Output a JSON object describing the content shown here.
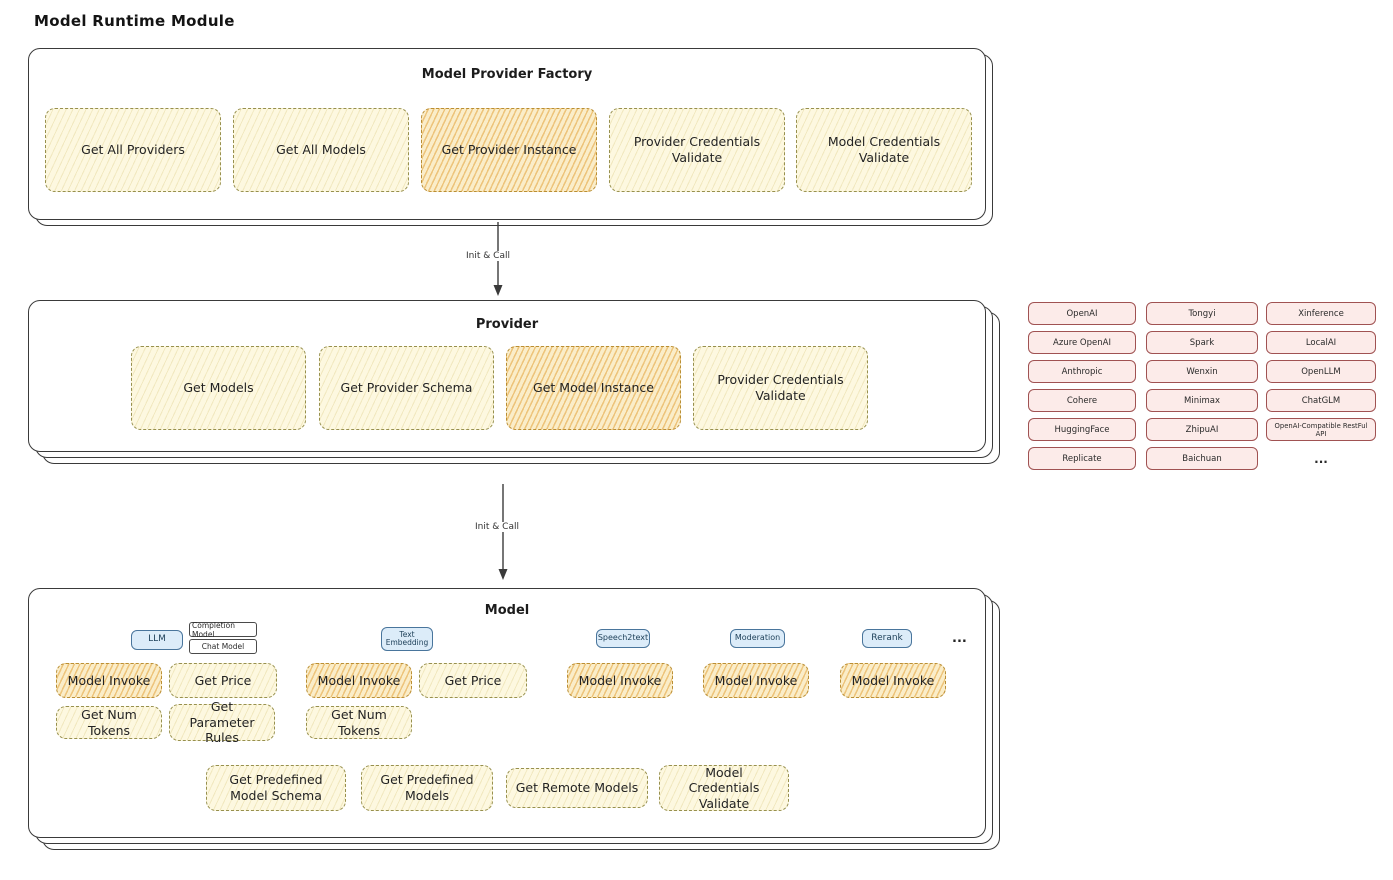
{
  "page_title": "Model Runtime Module",
  "arrows": {
    "init_call_1": "Init & Call",
    "init_call_2": "Init & Call"
  },
  "factory": {
    "title": "Model Provider Factory",
    "items": [
      {
        "label": "Get All Providers",
        "highlight": false
      },
      {
        "label": "Get All Models",
        "highlight": false
      },
      {
        "label": "Get Provider Instance",
        "highlight": true
      },
      {
        "label": "Provider Credentials Validate",
        "highlight": false
      },
      {
        "label": "Model Credentials Validate",
        "highlight": false
      }
    ]
  },
  "provider": {
    "title": "Provider",
    "items": [
      {
        "label": "Get Models",
        "highlight": false
      },
      {
        "label": "Get Provider Schema",
        "highlight": false
      },
      {
        "label": "Get Model Instance",
        "highlight": true
      },
      {
        "label": "Provider Credentials Validate",
        "highlight": false
      }
    ]
  },
  "providers": {
    "col1": [
      "OpenAI",
      "Azure OpenAI",
      "Anthropic",
      "Cohere",
      "HuggingFace",
      "Replicate"
    ],
    "col2": [
      "Tongyi",
      "Spark",
      "Wenxin",
      "Minimax",
      "ZhipuAI",
      "Baichuan"
    ],
    "col3": [
      "Xinference",
      "LocalAI",
      "OpenLLM",
      "ChatGLM",
      "OpenAI-Compatible RestFul API"
    ],
    "more": "..."
  },
  "model": {
    "title": "Model",
    "types": {
      "llm": "LLM",
      "completion_model": "Completion Model",
      "chat_model": "Chat Model",
      "text_embedding": "Text Embedding",
      "speech2text": "Speech2text",
      "moderation": "Moderation",
      "rerank": "Rerank",
      "more": "..."
    },
    "functions": {
      "model_invoke": "Model Invoke",
      "get_price": "Get Price",
      "get_num_tokens": "Get Num Tokens",
      "get_parameter_rules": "Get Parameter Rules",
      "get_predefined_model_schema": "Get Predefined Model Schema",
      "get_predefined_models": "Get Predefined Models",
      "get_remote_models": "Get Remote Models",
      "model_credentials_validate": "Model Credentials Validate"
    }
  }
}
